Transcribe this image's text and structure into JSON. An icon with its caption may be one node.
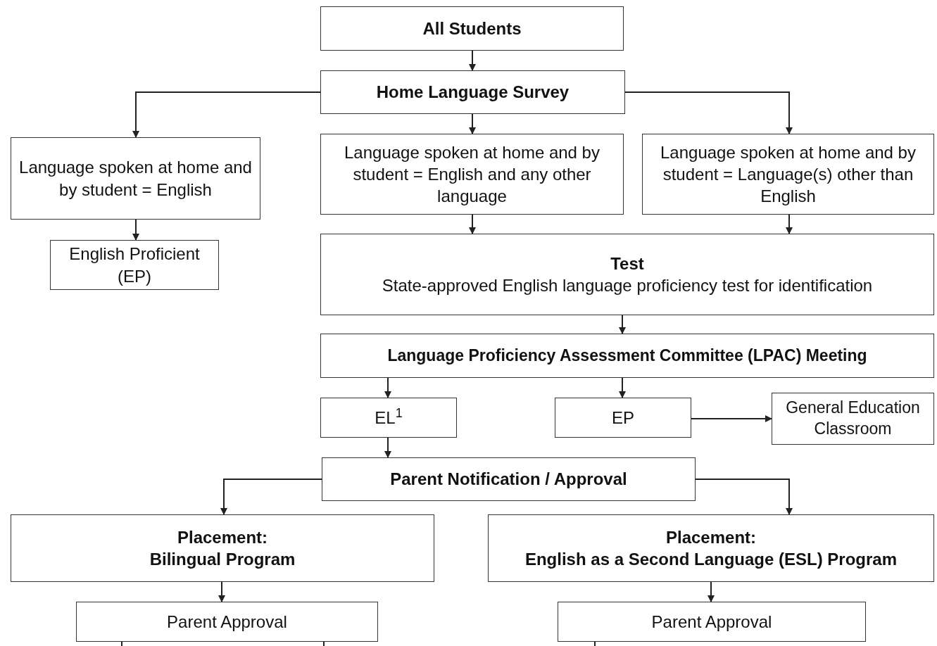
{
  "diagram": {
    "nodes": [
      {
        "text": [
          "All Students"
        ]
      },
      {
        "text": [
          "Home Language Survey"
        ]
      },
      {
        "text": [
          "Language spoken at home and by student = English"
        ]
      },
      {
        "text": [
          "Language spoken at home and by student = English and any other language"
        ]
      },
      {
        "text": [
          "Language spoken at home and by student = Language(s) other than English"
        ]
      },
      {
        "text": [
          "English Proficient (EP)"
        ]
      },
      {
        "text": [
          "Test",
          "State-approved English language proficiency test for identification"
        ]
      },
      {
        "text": [
          "Language Proficiency Assessment Committee (LPAC) Meeting"
        ]
      },
      {
        "text": [
          "EL$^{1}$"
        ]
      },
      {
        "text": [
          "EP"
        ]
      },
      {
        "text": [
          "General Education Classroom"
        ]
      },
      {
        "text": [
          "Parent Notification / Approval"
        ]
      },
      {
        "text": [
          "Placement:",
          "Bilingual Program"
        ]
      },
      {
        "text": [
          "Placement:",
          "English as a Second Language (ESL) Program"
        ]
      },
      {
        "text": [
          "Parent Approval"
        ]
      },
      {
        "text": [
          "Parent Approval"
        ]
      }
    ],
    "edges": [
      {
        "from": 0,
        "to": 1,
        "arrow": "to"
      },
      {
        "from": 1,
        "to": 2,
        "arrow": "to"
      },
      {
        "from": 1,
        "to": 3,
        "arrow": "to"
      },
      {
        "from": 1,
        "to": 4,
        "arrow": "to"
      },
      {
        "from": 2,
        "to": 5,
        "arrow": "to"
      },
      {
        "from": 3,
        "to": 6,
        "arrow": "to"
      },
      {
        "from": 4,
        "to": 6,
        "arrow": "to"
      },
      {
        "from": 6,
        "to": 7,
        "arrow": "to"
      },
      {
        "from": 7,
        "to": 8,
        "arrow": "to"
      },
      {
        "from": 7,
        "to": 9,
        "arrow": "to"
      },
      {
        "from": 9,
        "to": 10,
        "arrow": "to"
      },
      {
        "from": 8,
        "to": 11,
        "arrow": "to"
      },
      {
        "from": 11,
        "to": 12,
        "arrow": "to"
      },
      {
        "from": 11,
        "to": 13,
        "arrow": "to"
      },
      {
        "from": 12,
        "to": 14,
        "arrow": "to"
      },
      {
        "from": 13,
        "to": 15,
        "arrow": "to"
      },
      {
        "from": 14,
        "to": null,
        "arrow": "none"
      },
      {
        "from": 14,
        "to": null,
        "arrow": "none"
      },
      {
        "from": 15,
        "to": null,
        "arrow": "none"
      }
    ]
  }
}
